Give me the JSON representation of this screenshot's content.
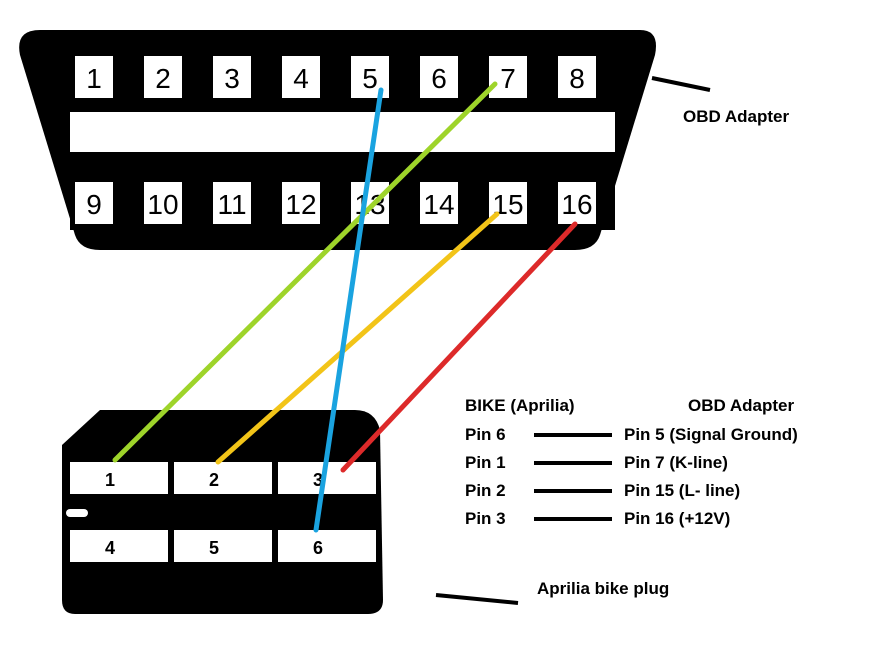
{
  "obd": {
    "label": "OBD Adapter",
    "top_pins": [
      "1",
      "2",
      "3",
      "4",
      "5",
      "6",
      "7",
      "8"
    ],
    "bottom_pins": [
      "9",
      "10",
      "11",
      "12",
      "13",
      "14",
      "15",
      "16"
    ]
  },
  "bike": {
    "label": "Aprilia bike plug",
    "top_pins": [
      "1",
      "2",
      "3"
    ],
    "bottom_pins": [
      "4",
      "5",
      "6"
    ]
  },
  "legend": {
    "header_left": "BIKE (Aprilia)",
    "header_right": "OBD Adapter",
    "rows": [
      {
        "bike": "Pin 6",
        "obd": "Pin 5 (Signal Ground)"
      },
      {
        "bike": "Pin 1",
        "obd": "Pin 7 (K-line)"
      },
      {
        "bike": "Pin 2",
        "obd": "Pin 15 (L- line)"
      },
      {
        "bike": "Pin 3",
        "obd": "Pin 16 (+12V)"
      }
    ]
  },
  "wires": [
    {
      "from_obd_pin": "7",
      "to_bike_pin": "1",
      "color": "#9ed42a"
    },
    {
      "from_obd_pin": "15",
      "to_bike_pin": "2",
      "color": "#f2c418"
    },
    {
      "from_obd_pin": "16",
      "to_bike_pin": "3",
      "color": "#dd2a2a"
    },
    {
      "from_obd_pin": "5",
      "to_bike_pin": "6",
      "color": "#1aa3e0"
    }
  ]
}
